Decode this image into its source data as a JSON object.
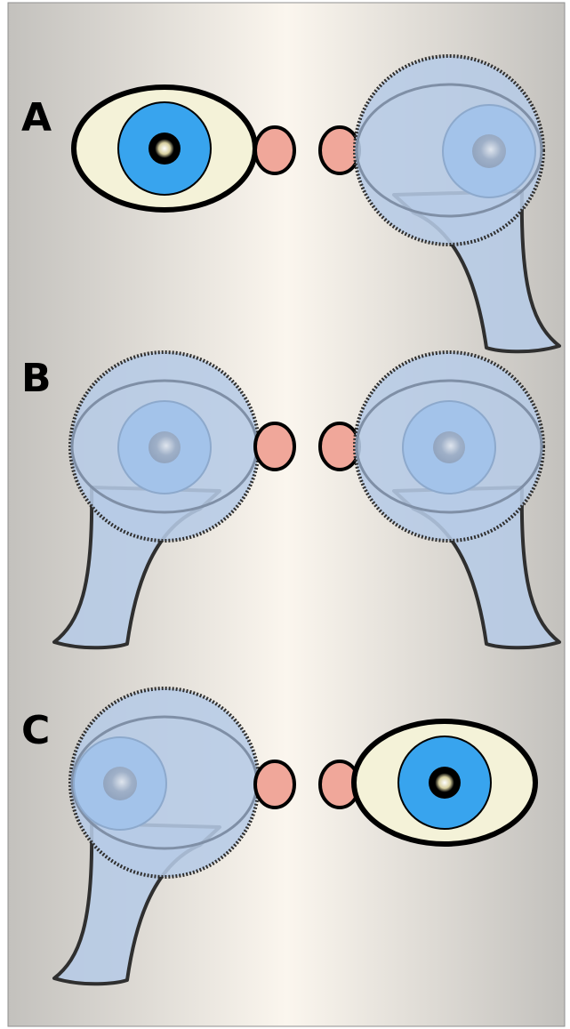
{
  "panels": [
    {
      "label": "A",
      "left": "open-eye",
      "right": "covered-eye"
    },
    {
      "label": "B",
      "left": "covered-eye",
      "right": "covered-eye"
    },
    {
      "label": "C",
      "left": "covered-eye",
      "right": "open-eye"
    }
  ],
  "colors": {
    "sclera": "#F4F2D8",
    "iris": "#38A4EE",
    "pupil": "#000000",
    "caruncle": "#F0A79A",
    "cover_fill": "#B6CBE6",
    "cover_outline": "#2F2F2F",
    "background_edge": "#C3C1BD",
    "background_center": "#FBF6EE"
  },
  "icons": [
    "open-eye-icon",
    "occluder-covered-eye-icon",
    "nose-caruncle-icon"
  ]
}
